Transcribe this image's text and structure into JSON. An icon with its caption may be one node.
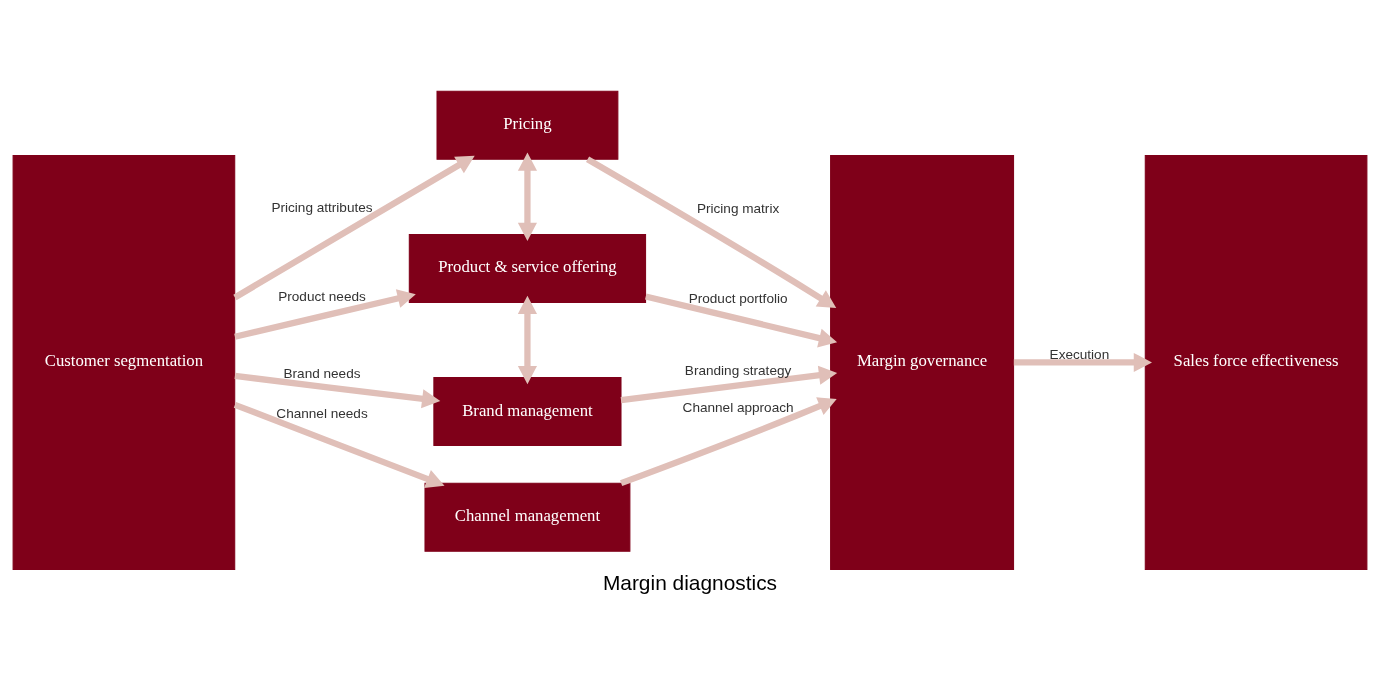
{
  "diagram": {
    "caption": "Margin diagnostics",
    "nodes": [
      {
        "text": [
          "Customer segmentation"
        ]
      },
      {
        "text": [
          "Pricing"
        ]
      },
      {
        "text": [
          "Product & service offering"
        ]
      },
      {
        "text": [
          "Brand management"
        ]
      },
      {
        "text": [
          "Channel management"
        ]
      },
      {
        "text": [
          "Margin governance"
        ]
      },
      {
        "text": [
          "Sales force effectiveness"
        ]
      }
    ],
    "edges": [
      {
        "from": 0,
        "to": 1,
        "arrow": "to",
        "label": "Pricing attributes"
      },
      {
        "from": 0,
        "to": 2,
        "arrow": "to",
        "label": "Product needs"
      },
      {
        "from": 0,
        "to": 3,
        "arrow": "to",
        "label": "Brand needs"
      },
      {
        "from": 0,
        "to": 4,
        "arrow": "to",
        "label": "Channel needs"
      },
      {
        "from": 1,
        "to": 2,
        "arrow": "both"
      },
      {
        "from": 2,
        "to": 3,
        "arrow": "both"
      },
      {
        "from": 1,
        "to": 5,
        "arrow": "to",
        "label": "Pricing matrix"
      },
      {
        "from": 2,
        "to": 5,
        "arrow": "to",
        "label": "Product portfolio"
      },
      {
        "from": 3,
        "to": 5,
        "arrow": "to",
        "label": "Branding strategy"
      },
      {
        "from": 4,
        "to": 5,
        "arrow": "to",
        "label": "Channel approach"
      },
      {
        "from": 5,
        "to": 6,
        "arrow": "to",
        "label": "Execution"
      }
    ]
  }
}
